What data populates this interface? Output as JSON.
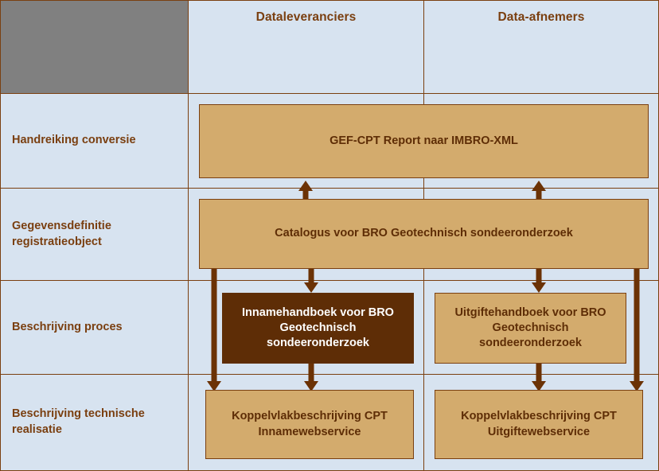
{
  "diagram": {
    "columns": [
      {
        "id": "dataleveranciers",
        "label": "Dataleveranciers"
      },
      {
        "id": "data-afnemers",
        "label": "Data-afnemers"
      }
    ],
    "rows": [
      {
        "id": "handreiking-conversie",
        "label": "Handreiking conversie"
      },
      {
        "id": "gegevensdefinitie-registratieobject",
        "label": "Gegevensdefinitie registratieobject"
      },
      {
        "id": "beschrijving-proces",
        "label": "Beschrijving proces"
      },
      {
        "id": "beschrijving-technische-realisatie",
        "label": "Beschrijving technische realisatie"
      }
    ],
    "boxes": [
      {
        "id": "gef-cpt-report",
        "label": "GEF-CPT Report naar IMBRO-XML",
        "style": "tan",
        "span": "both"
      },
      {
        "id": "catalogus",
        "label": "Catalogus voor BRO Geotechnisch sondeeronderzoek",
        "style": "tan",
        "span": "both"
      },
      {
        "id": "innamehandboek",
        "label": "Innamehandboek voor BRO Geotechnisch sondeeronderzoek",
        "style": "dark",
        "span": "dataleveranciers"
      },
      {
        "id": "uitgiftehandboek",
        "label": "Uitgiftehandboek voor BRO Geotechnisch sondeeronderzoek",
        "style": "tan",
        "span": "data-afnemers"
      },
      {
        "id": "koppelvlak-inname",
        "label": "Koppelvlakbeschrijving CPT Innamewebservice",
        "style": "tan",
        "span": "dataleveranciers"
      },
      {
        "id": "koppelvlak-uitgifte",
        "label": "Koppelvlakbeschrijving CPT Uitgiftewebservice",
        "style": "tan",
        "span": "data-afnemers"
      }
    ],
    "colors": {
      "cell_fill": "#d7e3f0",
      "corner_fill": "#808080",
      "border": "#7a3f10",
      "box_tan": "#d3ab6d",
      "box_dark": "#5e2d06",
      "text_brown": "#7a3f10",
      "text_on_dark": "#ffffff",
      "arrow": "#6b3205"
    }
  }
}
